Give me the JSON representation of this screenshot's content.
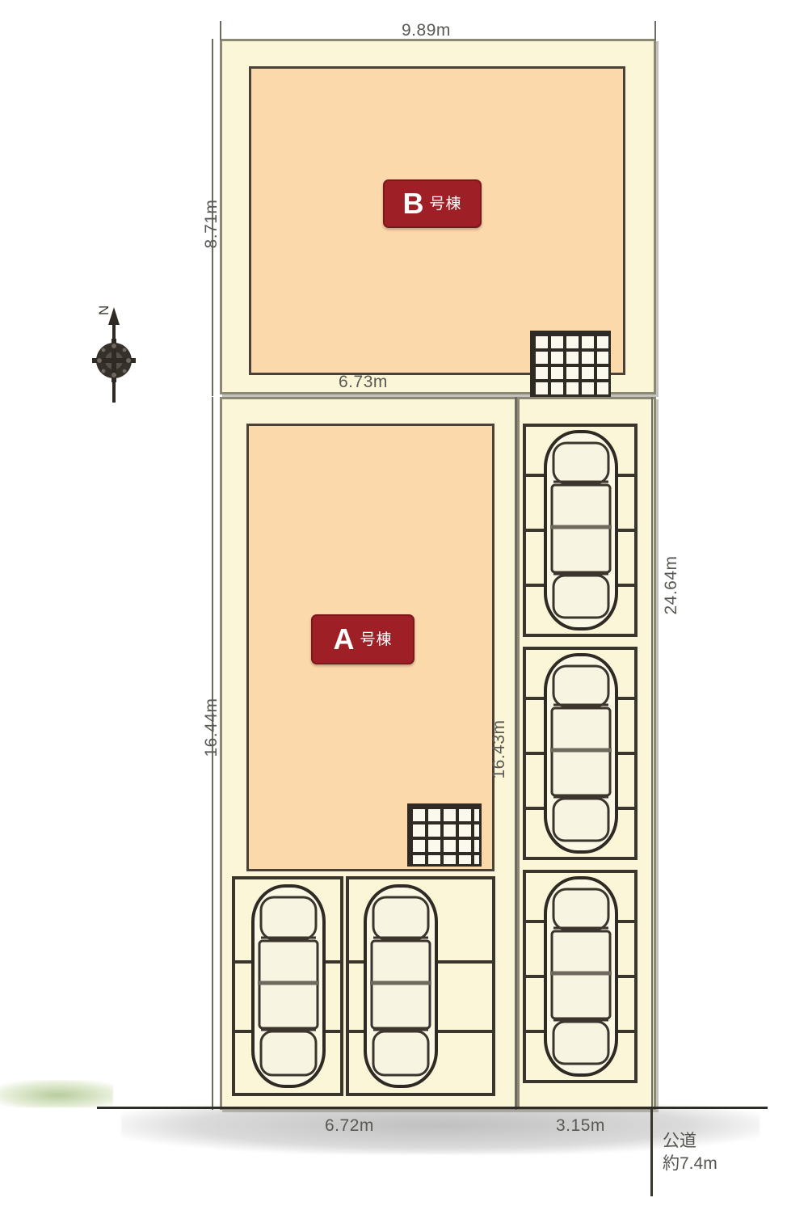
{
  "plan": {
    "type": "residential-site-plan",
    "title_visible": false,
    "units": "m"
  },
  "dimensions": {
    "top_width": "9.89m",
    "upper_left_height": "8.71m",
    "mid_width": "6.73m",
    "lower_left_height": "16.44m",
    "inner_right_height": "16.43m",
    "outer_right_height": "24.64m",
    "bottom_left_width": "6.72m",
    "bottom_right_width": "3.15m"
  },
  "buildings": [
    {
      "id": "B",
      "letter": "B",
      "suffix": "号棟",
      "position": "upper"
    },
    {
      "id": "A",
      "letter": "A",
      "suffix": "号棟",
      "position": "lower"
    }
  ],
  "road": {
    "label_line1": "公道",
    "label_line2": "約7.4m"
  },
  "compass": {
    "north_label": "N",
    "name": "compass-rose"
  },
  "colors": {
    "building_fill": "#fcd9ab",
    "building_stroke": "#4a423a",
    "lot_fill": "#fbf6d8",
    "lot_stroke": "#8b8874",
    "badge_bg": "#9e1f26",
    "badge_text": "#ffffff",
    "dim_text": "#5a5954",
    "road_stroke": "#2e2c28"
  },
  "parking": {
    "right_column_stalls": 3,
    "bottom_left_stalls": 2,
    "car_icon": "car-top-view"
  }
}
